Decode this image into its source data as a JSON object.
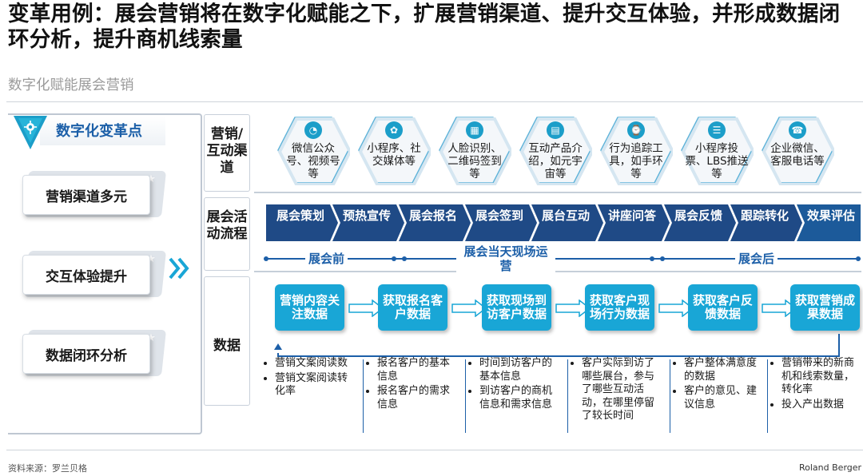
{
  "title": "变革用例：展会营销将在数字化赋能之下，扩展营销渠道、提升交互体验，并形成数据闭环分析，提升商机线索量",
  "subtitle": "数字化赋能展会营销",
  "left_panel": {
    "title": "数字化变革点",
    "cards": [
      "营销渠道多元",
      "交互体验提升",
      "数据闭环分析"
    ]
  },
  "row_labels": {
    "channels": "营销/互动渠道",
    "process": "展会活动流程",
    "data": "数据"
  },
  "channels": [
    {
      "icon": "wechat-icon",
      "label": "微信公众号、视频号等"
    },
    {
      "icon": "mini-program-icon",
      "label": "小程序、社交媒体等"
    },
    {
      "icon": "face-recognition-icon",
      "label": "人脸识别、二维码签到等"
    },
    {
      "icon": "product-display-icon",
      "label": "互动产品介绍，如元宇宙等"
    },
    {
      "icon": "tracking-device-icon",
      "label": "行为追踪工具，如手环等"
    },
    {
      "icon": "voting-icon",
      "label": "小程序投票、LBS推送等"
    },
    {
      "icon": "customer-service-icon",
      "label": "企业微信、客服电话等"
    }
  ],
  "process_steps": [
    "展会策划",
    "预热宣传",
    "展会报名",
    "展会签到",
    "展台互动",
    "讲座问答",
    "展会反馈",
    "跟踪转化",
    "效果评估"
  ],
  "phases": [
    "展会前",
    "展会当天现场运营",
    "展会后"
  ],
  "data_boxes": [
    "营销内容关注数据",
    "获取报名客户数据",
    "获取现场到访客户数据",
    "获取客户现场行为数据",
    "获取客户反馈数据",
    "获取营销成果数据"
  ],
  "data_details": [
    [
      "营销文案阅读数",
      "营销文案阅读转化率"
    ],
    [
      "报名客户的基本信息",
      "报名客户的需求信息"
    ],
    [
      "时间到访客户的基本信息",
      "到访客户的商机信息和需求信息"
    ],
    [
      "客户实际到访了哪些展台，参与了哪些互动活动，在哪里停留了较长时间"
    ],
    [
      "客户整体满意度的数据",
      "客户的意见、建议信息"
    ],
    [
      "营销带来的新商机和线索数量，转化率",
      "投入产出数据"
    ]
  ],
  "footer": {
    "source": "资料来源：罗兰贝格",
    "brand": "Roland Berger"
  },
  "colors": {
    "dark_blue": "#1c5fa8",
    "navy_arrow": "#1f3f78",
    "light_blue": "#19a6d6",
    "teal": "#25b2c8"
  }
}
